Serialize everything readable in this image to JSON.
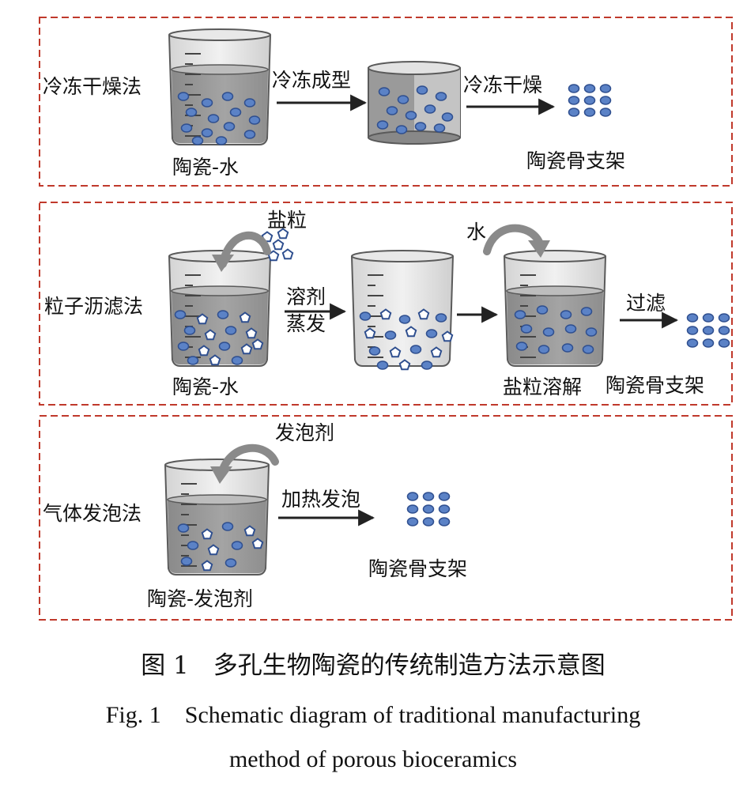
{
  "panels": {
    "freeze_drying": {
      "method": "冷冻干燥法",
      "step1": "冷冻成型",
      "step2": "冷冻干燥",
      "beaker_label": "陶瓷-水",
      "result": "陶瓷骨支架"
    },
    "particle_leaching": {
      "method": "粒子沥滤法",
      "additive": "盐粒",
      "step1_line1": "溶剂",
      "step1_line2": "蒸发",
      "water": "水",
      "beaker_label": "陶瓷-水",
      "dissolve_label": "盐粒溶解",
      "step_filter": "过滤",
      "result": "陶瓷骨支架"
    },
    "gas_foaming": {
      "method": "气体发泡法",
      "additive": "发泡剂",
      "step1": "加热发泡",
      "beaker_label": "陶瓷-发泡剂",
      "result": "陶瓷骨支架"
    }
  },
  "caption": {
    "zh": "图 1　多孔生物陶瓷的传统制造方法示意图",
    "en_line1": "Fig. 1　Schematic diagram of traditional manufacturing",
    "en_line2": "method of porous bioceramics"
  },
  "colors": {
    "border": "#c0392b",
    "dot_fill": "#5b82c6",
    "dot_stroke": "#2f4f8f",
    "liquid": "#8e8e8e",
    "arrow": "#222222",
    "curve_arrow": "#8a8a8a"
  }
}
